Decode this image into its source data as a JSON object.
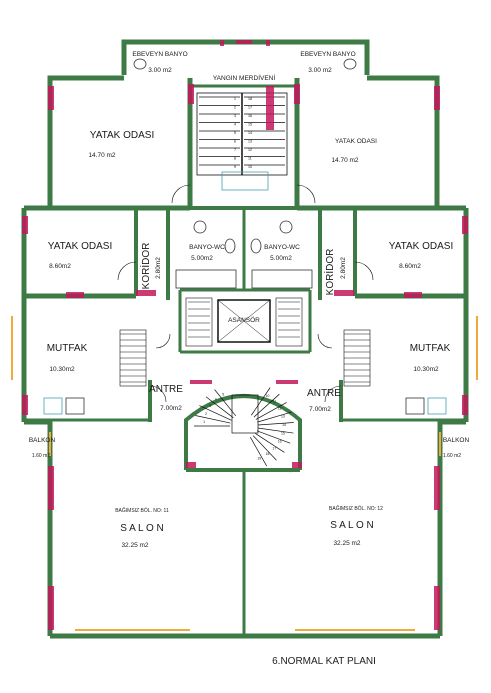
{
  "plan_title": "6.NORMAL KAT PLANI",
  "stair_core": {
    "label": "YANGIN MERDİVENİ",
    "steps": [
      "1",
      "2",
      "3",
      "4",
      "5",
      "6",
      "7",
      "8",
      "9",
      "10",
      "11",
      "12",
      "13",
      "14",
      "15",
      "16",
      "17",
      "18"
    ]
  },
  "elevator": {
    "label": "ASANSÖR"
  },
  "spiral_stair": {
    "steps": [
      "1",
      "2",
      "3",
      "4",
      "5",
      "6",
      "7",
      "8",
      "9",
      "10",
      "11",
      "12",
      "13",
      "14",
      "15",
      "16",
      "17",
      "18",
      "19",
      "20",
      "21"
    ]
  },
  "units": [
    {
      "unit_label": "BAĞIMSIZ BÖL. NO: 11",
      "rooms": {
        "ebeveyn_banyo": {
          "name": "EBEVEYN BANYO",
          "area": "3.00 m2"
        },
        "yatak_odasi_1": {
          "name": "YATAK ODASI",
          "area": "14.70 m2"
        },
        "yatak_odasi_2": {
          "name": "YATAK ODASI",
          "area": "8.60m2"
        },
        "banyo_wc": {
          "name": "BANYO-WC",
          "area": "5.00m2"
        },
        "koridor": {
          "name": "KORİDOR",
          "area": "2.80m2"
        },
        "mutfak": {
          "name": "MUTFAK",
          "area": "10.30m2"
        },
        "antre": {
          "name": "ANTRE",
          "area": "7.00m2"
        },
        "balkon": {
          "name": "BALKON",
          "area": "1.60 m2"
        },
        "salon": {
          "name": "S A L O N",
          "area": "32.25 m2"
        }
      }
    },
    {
      "unit_label": "BAĞIMSIZ BÖL. NO: 12",
      "rooms": {
        "ebeveyn_banyo": {
          "name": "EBEVEYN BANYO",
          "area": "3.00 m2"
        },
        "yatak_odasi_1": {
          "name": "YATAK ODASI",
          "area": "14.70 m2"
        },
        "yatak_odasi_2": {
          "name": "YATAK ODASI",
          "area": "8.60m2"
        },
        "banyo_wc": {
          "name": "BANYO-WC",
          "area": "5.00m2"
        },
        "koridor": {
          "name": "KORİDOR",
          "area": "2.80m2"
        },
        "mutfak": {
          "name": "MUTFAK",
          "area": "10.30m2"
        },
        "antre": {
          "name": "ANTRE",
          "area": "7.00m2"
        },
        "balkon": {
          "name": "BALKON",
          "area": "1.60 m2"
        },
        "salon": {
          "name": "S A L O N",
          "area": "32.25 m2"
        }
      }
    }
  ],
  "colors": {
    "wall": "#3d7a45",
    "wall_accent": "#c2185b",
    "window": "#f2a93b",
    "fixture": "#4a9fb5",
    "line": "#111111"
  }
}
